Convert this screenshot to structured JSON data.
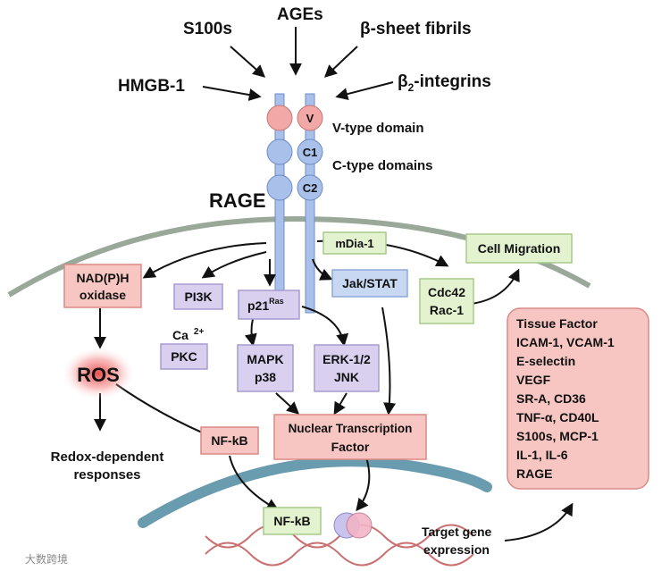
{
  "ligands": {
    "s100s": "S100s",
    "ages": "AGEs",
    "beta_sheet_fibrils": "β-sheet fibrils",
    "hmgb1": "HMGB-1",
    "beta2_integrins_prefix": "β",
    "beta2_integrins_sub": "2",
    "beta2_integrins_suffix": "-integrins"
  },
  "receptor": {
    "name": "RAGE",
    "v_domain": "V",
    "c1_domain": "C1",
    "c2_domain": "C2",
    "v_type_label": "V-type domain",
    "c_type_label": "C-type domains"
  },
  "nodes": {
    "nadph_line1": "NAD(P)H",
    "nadph_line2": "oxidase",
    "pi3k": "PI3K",
    "ca_text": "Ca",
    "ca_sup": "2+",
    "pkc": "PKC",
    "p21": "p21",
    "p21_sup": "Ras",
    "mapk_line1": "MAPK",
    "mapk_line2": "p38",
    "erk_line1": "ERK-1/2",
    "erk_line2": "JNK",
    "jak_stat": "Jak/STAT",
    "mdia1": "mDia-1",
    "cell_migration": "Cell Migration",
    "cdc42_line1": "Cdc42",
    "cdc42_line2": "Rac-1",
    "ros": "ROS",
    "redox_line1": "Redox-dependent",
    "redox_line2": "responses",
    "nfkb_cytoplasm": "NF-kB",
    "ntf_line1": "Nuclear Transcription",
    "ntf_line2": "Factor",
    "nfkb_nucleus": "NF-kB",
    "target_line1": "Target gene",
    "target_line2": "expression"
  },
  "target_genes": [
    "Tissue Factor",
    "ICAM-1, VCAM-1",
    "E-selectin",
    "VEGF",
    "SR-A, CD36",
    "TNF-α,  CD40L",
    "S100s, MCP-1",
    "IL-1, IL-6",
    "RAGE"
  ],
  "colors": {
    "red_box_fill": "#f7c6c2",
    "red_box_stroke": "#d98a84",
    "purple_box_fill": "#d9d0f0",
    "purple_box_stroke": "#a89bd0",
    "green_box_fill": "#e4f3cf",
    "green_box_stroke": "#a6c98a",
    "blue_box_fill": "#c8d8f2",
    "blue_box_stroke": "#8ea8d8",
    "receptor_blue": "#a9c0ea",
    "receptor_red": "#f2a8a6",
    "membrane": "#9aa89a",
    "nucleus": "#6a9cb0",
    "ros_glow": "#e53030"
  },
  "watermark": "大数跨境"
}
